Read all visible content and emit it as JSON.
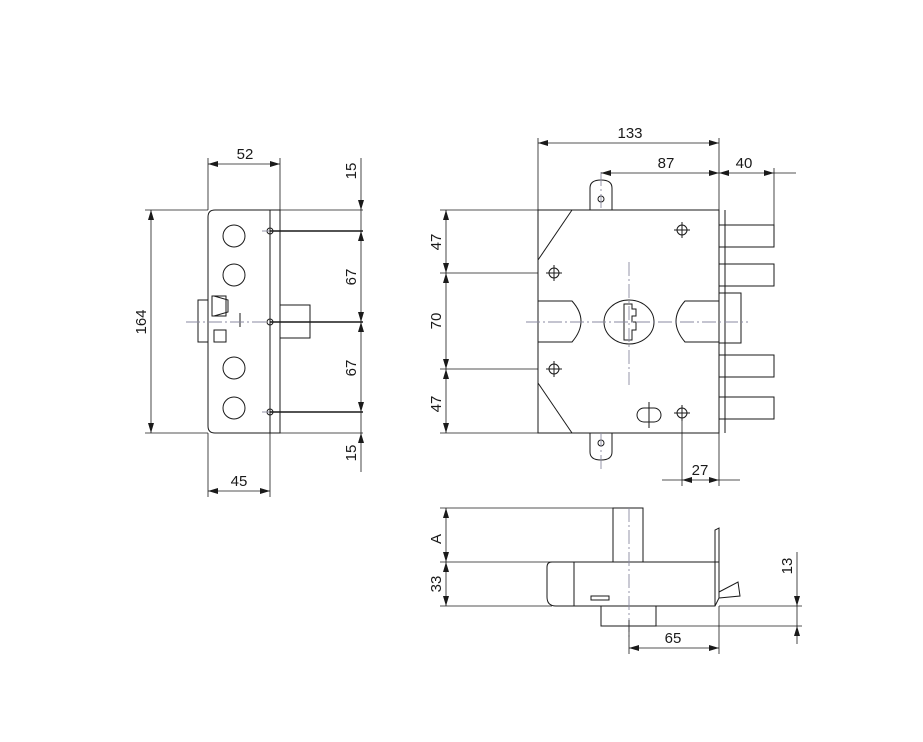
{
  "dimensions": {
    "side_width_top": "52",
    "side_height": "164",
    "side_width_bottom": "45",
    "side_top_offset": "15",
    "side_upper_gap": "67",
    "side_lower_gap": "67",
    "side_bottom_offset": "15",
    "front_width": "133",
    "front_inner": "87",
    "front_bolt_projection": "40",
    "front_upper_step": "47",
    "front_middle": "70",
    "front_lower_step": "47",
    "front_hole_offset": "27",
    "bottom_adjustable": "A",
    "bottom_depth": "33",
    "bottom_plate": "13",
    "bottom_cylinder": "65"
  }
}
